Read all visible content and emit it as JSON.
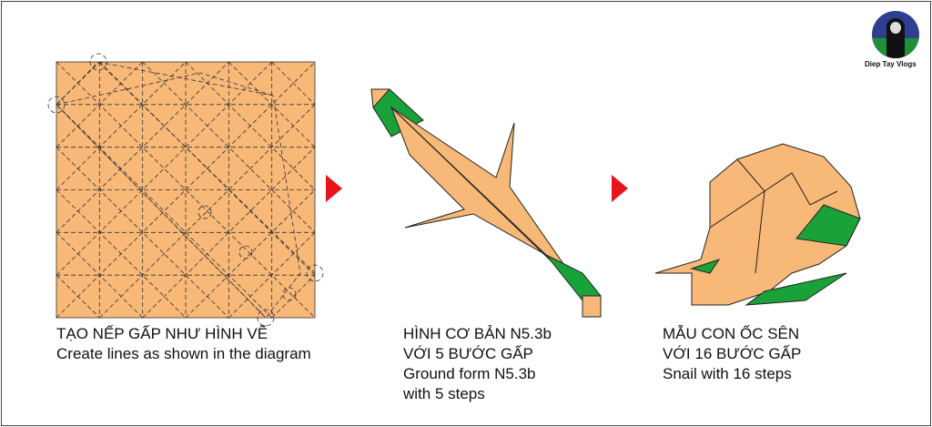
{
  "logo": {
    "text": "Diep Tay Vlogs"
  },
  "steps": [
    {
      "lines": [
        "TẠO NẾP GẤP NHƯ HÌNH VẼ",
        "Create lines as shown in the diagram"
      ]
    },
    {
      "lines": [
        "HÌNH CƠ BẢN N5.3b",
        "VỚI 5 BƯỚC GẤP",
        "Ground form N5.3b",
        "with 5 steps"
      ]
    },
    {
      "lines": [
        "MẪU CON ỐC SÊN",
        "VỚI 16 BƯỚC GẤP",
        "Snail with 16 steps"
      ]
    }
  ],
  "colors": {
    "paper": "#f8b878",
    "green": "#1aa23a",
    "arrow": "#e8141c"
  }
}
